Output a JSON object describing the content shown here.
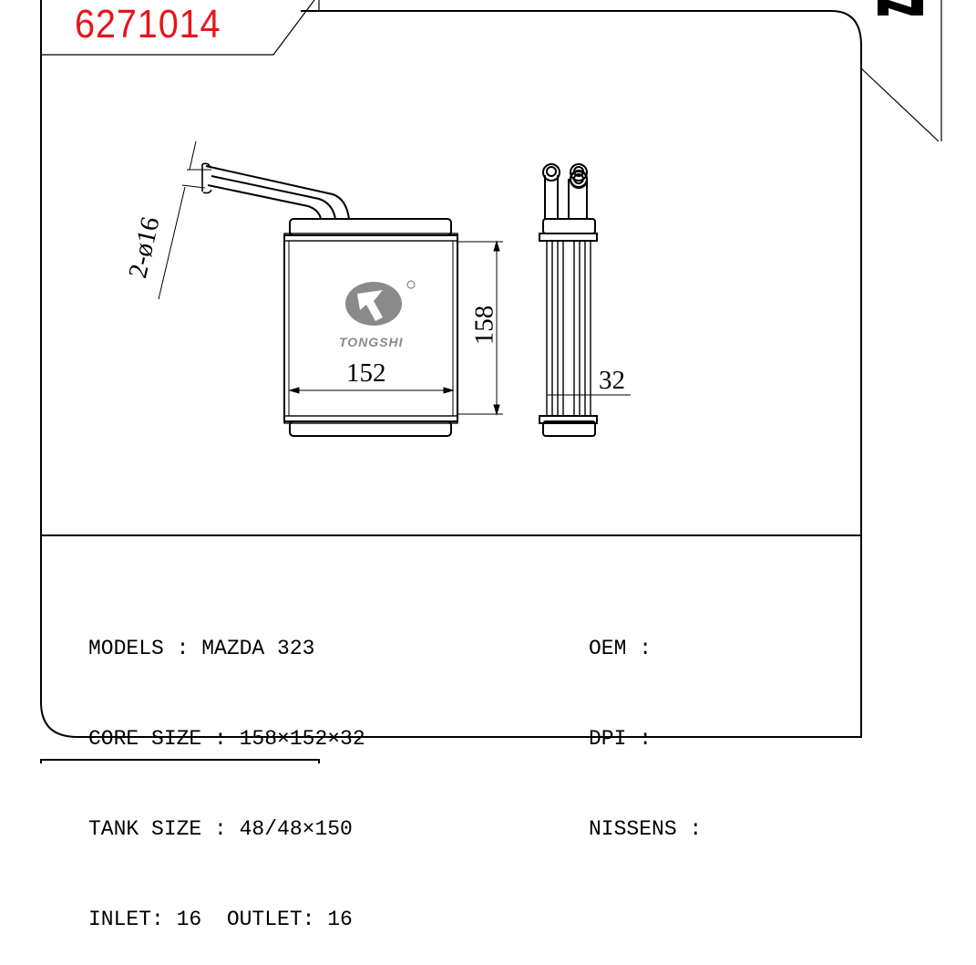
{
  "part_number": "6271014",
  "brand": {
    "name": "TONGSHI",
    "registered_mark": "®",
    "logo_color": "#8a8a8a"
  },
  "drawing": {
    "pipe_dimension": "2-ø16",
    "height_dimension": "158",
    "width_dimension": "152",
    "depth_dimension": "32"
  },
  "specs_left": [
    "MODELS : MAZDA 323",
    "CORE SIZE : 158×152×32",
    "TANK SIZE : 48/48×150",
    "INLET: 16  OUTLET: 16"
  ],
  "specs_right": [
    "OEM :",
    "DPI :",
    "NISSENS :"
  ],
  "colors": {
    "part_number": "#e8141a",
    "lines": "#000000"
  }
}
